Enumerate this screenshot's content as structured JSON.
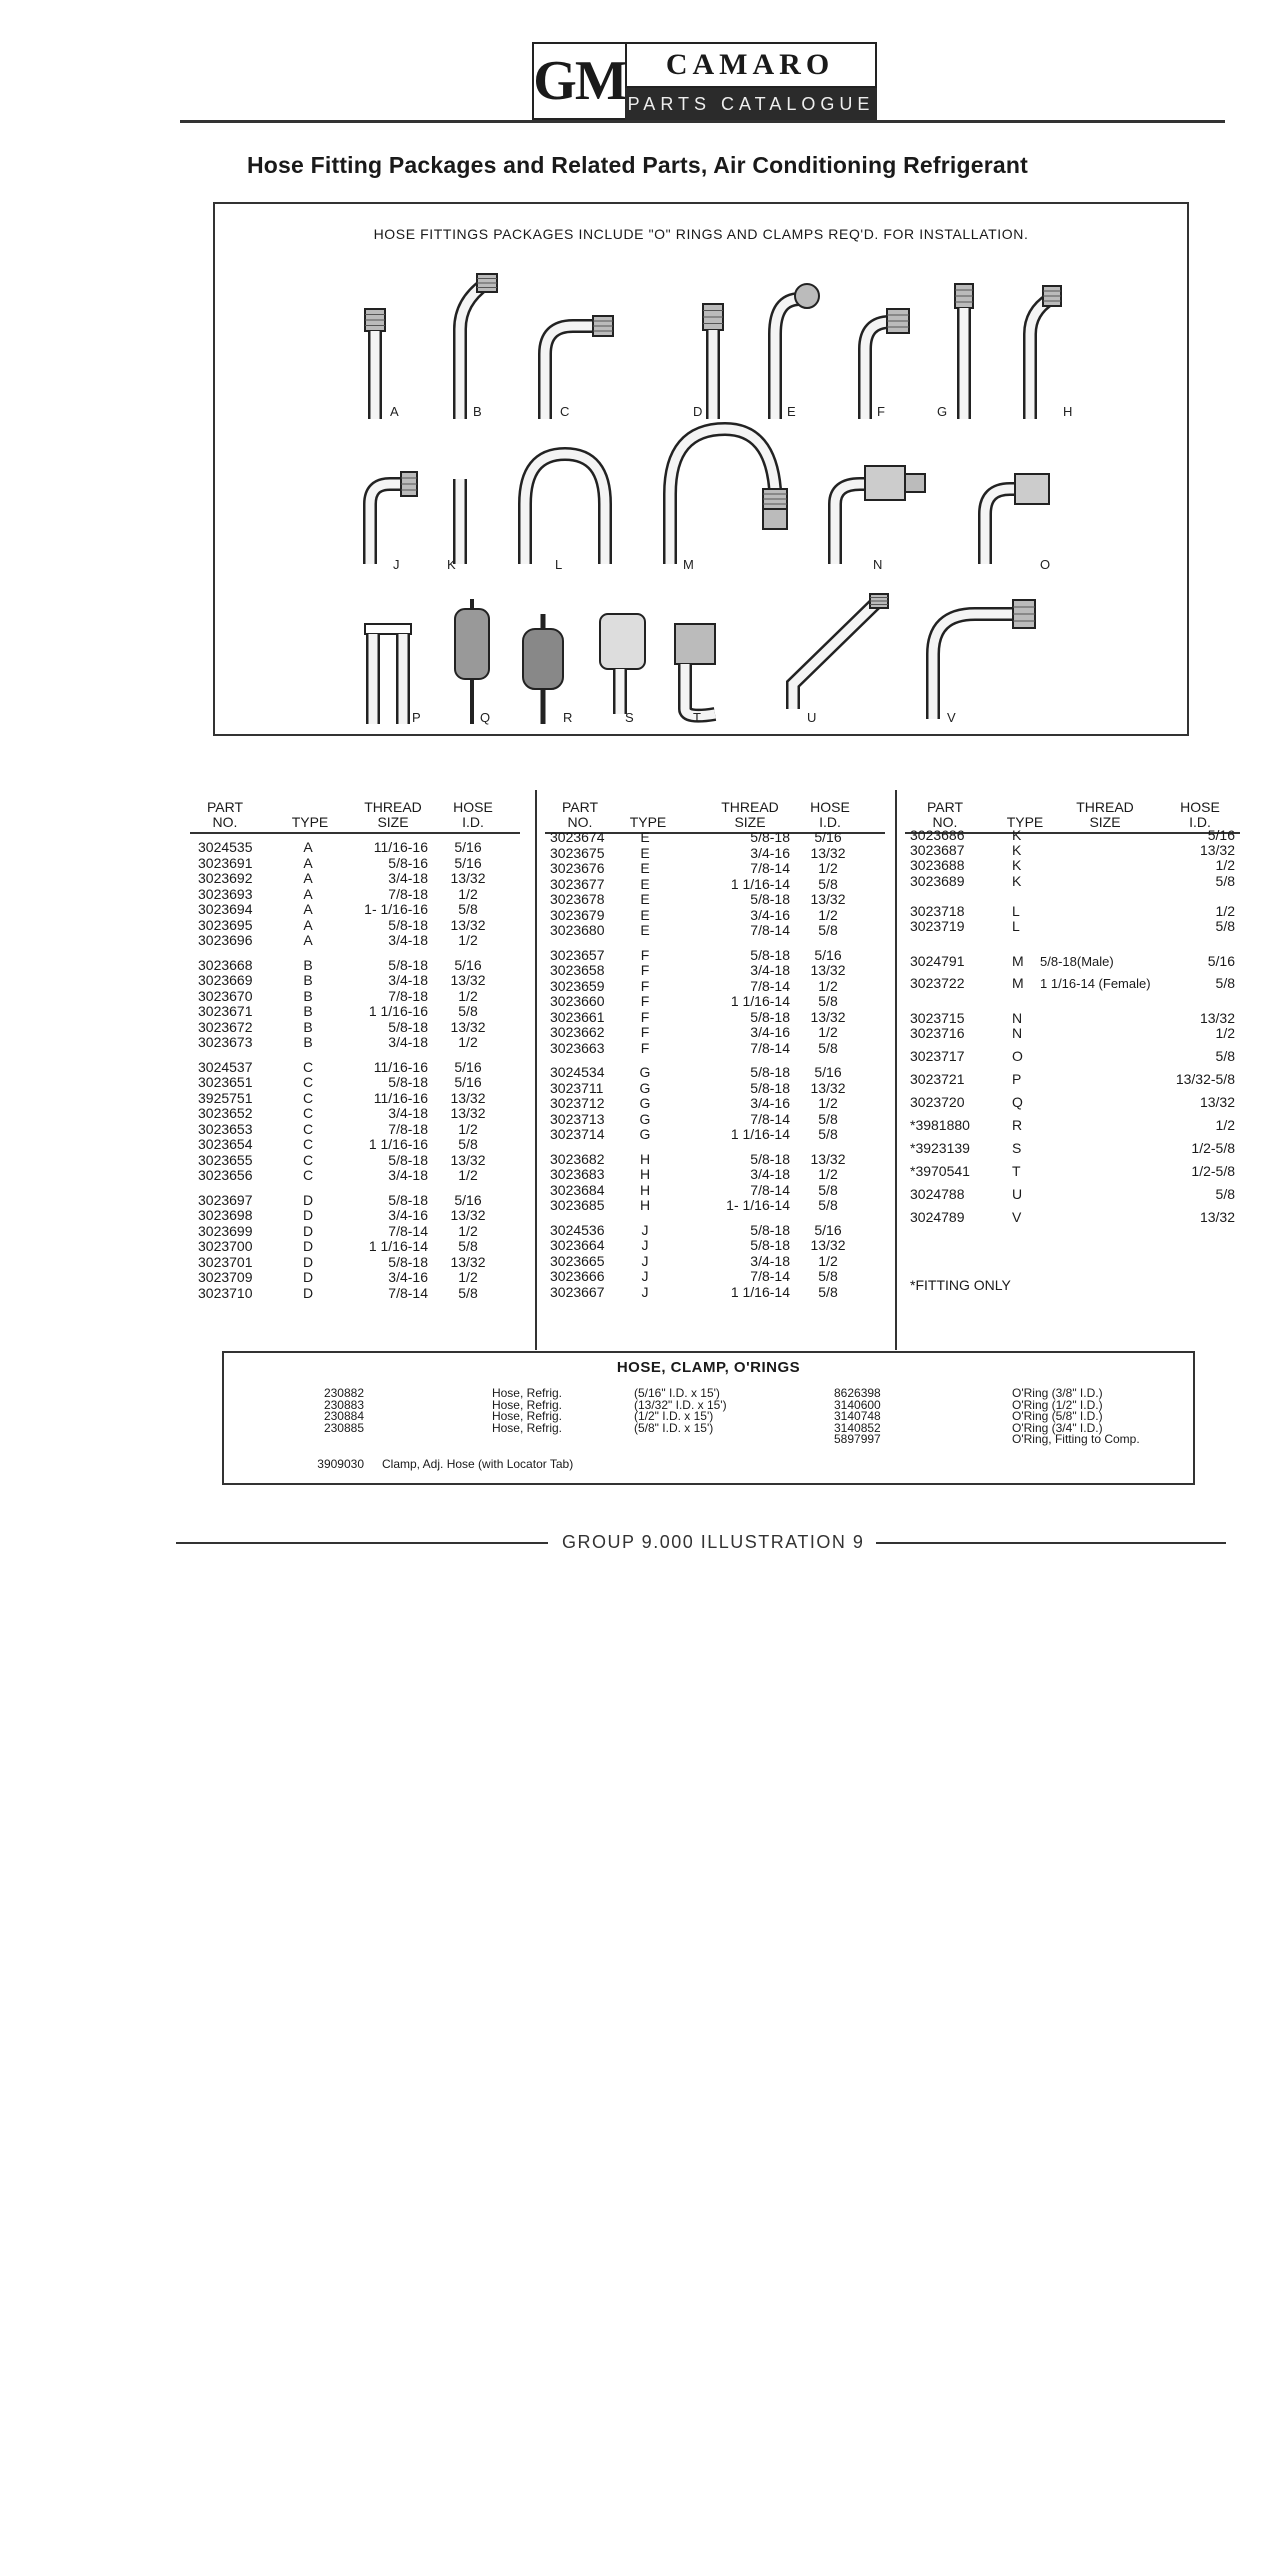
{
  "header": {
    "gm": "GM",
    "brand": "CAMARO",
    "catalogue": "PARTS CATALOGUE",
    "title": "Hose Fitting Packages and Related Parts, Air Conditioning Refrigerant"
  },
  "illustration": {
    "note": "HOSE FITTINGS PACKAGES INCLUDE \"O\" RINGS AND CLAMPS REQ'D. FOR INSTALLATION.",
    "labels": [
      "A",
      "B",
      "C",
      "D",
      "E",
      "F",
      "G",
      "H",
      "J",
      "K",
      "L",
      "M",
      "N",
      "O",
      "P",
      "Q",
      "R",
      "S",
      "T",
      "U",
      "V"
    ]
  },
  "table": {
    "headers": {
      "part": "PART NO.",
      "type": "TYPE",
      "thread": "THREAD SIZE",
      "hose": "HOSE I.D."
    },
    "col1": [
      [
        "3024535",
        "A",
        "11/16-16",
        "5/16"
      ],
      [
        "3023691",
        "A",
        "5/8-16",
        "5/16"
      ],
      [
        "3023692",
        "A",
        "3/4-18",
        "13/32"
      ],
      [
        "3023693",
        "A",
        "7/8-18",
        "1/2"
      ],
      [
        "3023694",
        "A",
        "1- 1/16-16",
        "5/8"
      ],
      [
        "3023695",
        "A",
        "5/8-18",
        "13/32"
      ],
      [
        "3023696",
        "A",
        "3/4-18",
        "1/2"
      ],
      [
        "3023668",
        "B",
        "5/8-18",
        "5/16"
      ],
      [
        "3023669",
        "B",
        "3/4-18",
        "13/32"
      ],
      [
        "3023670",
        "B",
        "7/8-18",
        "1/2"
      ],
      [
        "3023671",
        "B",
        "1 1/16-16",
        "5/8"
      ],
      [
        "3023672",
        "B",
        "5/8-18",
        "13/32"
      ],
      [
        "3023673",
        "B",
        "3/4-18",
        "1/2"
      ],
      [
        "3024537",
        "C",
        "11/16-16",
        "5/16"
      ],
      [
        "3023651",
        "C",
        "5/8-18",
        "5/16"
      ],
      [
        "3925751",
        "C",
        "11/16-16",
        "13/32"
      ],
      [
        "3023652",
        "C",
        "3/4-18",
        "13/32"
      ],
      [
        "3023653",
        "C",
        "7/8-18",
        "1/2"
      ],
      [
        "3023654",
        "C",
        "1 1/16-16",
        "5/8"
      ],
      [
        "3023655",
        "C",
        "5/8-18",
        "13/32"
      ],
      [
        "3023656",
        "C",
        "3/4-18",
        "1/2"
      ],
      [
        "3023697",
        "D",
        "5/8-18",
        "5/16"
      ],
      [
        "3023698",
        "D",
        "3/4-16",
        "13/32"
      ],
      [
        "3023699",
        "D",
        "7/8-14",
        "1/2"
      ],
      [
        "3023700",
        "D",
        "1 1/16-14",
        "5/8"
      ],
      [
        "3023701",
        "D",
        "5/8-18",
        "13/32"
      ],
      [
        "3023709",
        "D",
        "3/4-16",
        "1/2"
      ],
      [
        "3023710",
        "D",
        "7/8-14",
        "5/8"
      ]
    ],
    "col2": [
      [
        "3023674",
        "E",
        "5/8-18",
        "5/16"
      ],
      [
        "3023675",
        "E",
        "3/4-16",
        "13/32"
      ],
      [
        "3023676",
        "E",
        "7/8-14",
        "1/2"
      ],
      [
        "3023677",
        "E",
        "1 1/16-14",
        "5/8"
      ],
      [
        "3023678",
        "E",
        "5/8-18",
        "13/32"
      ],
      [
        "3023679",
        "E",
        "3/4-16",
        "1/2"
      ],
      [
        "3023680",
        "E",
        "7/8-14",
        "5/8"
      ],
      [
        "3023657",
        "F",
        "5/8-18",
        "5/16"
      ],
      [
        "3023658",
        "F",
        "3/4-18",
        "13/32"
      ],
      [
        "3023659",
        "F",
        "7/8-14",
        "1/2"
      ],
      [
        "3023660",
        "F",
        "1 1/16-14",
        "5/8"
      ],
      [
        "3023661",
        "F",
        "5/8-18",
        "13/32"
      ],
      [
        "3023662",
        "F",
        "3/4-16",
        "1/2"
      ],
      [
        "3023663",
        "F",
        "7/8-14",
        "5/8"
      ],
      [
        "3024534",
        "G",
        "5/8-18",
        "5/16"
      ],
      [
        "3023711",
        "G",
        "5/8-18",
        "13/32"
      ],
      [
        "3023712",
        "G",
        "3/4-16",
        "1/2"
      ],
      [
        "3023713",
        "G",
        "7/8-14",
        "5/8"
      ],
      [
        "3023714",
        "G",
        "1 1/16-14",
        "5/8"
      ],
      [
        "3023682",
        "H",
        "5/8-18",
        "13/32"
      ],
      [
        "3023683",
        "H",
        "3/4-18",
        "1/2"
      ],
      [
        "3023684",
        "H",
        "7/8-14",
        "5/8"
      ],
      [
        "3023685",
        "H",
        "1- 1/16-14",
        "5/8"
      ],
      [
        "3024536",
        "J",
        "5/8-18",
        "5/16"
      ],
      [
        "3023664",
        "J",
        "5/8-18",
        "13/32"
      ],
      [
        "3023665",
        "J",
        "3/4-18",
        "1/2"
      ],
      [
        "3023666",
        "J",
        "7/8-14",
        "5/8"
      ],
      [
        "3023667",
        "J",
        "1 1/16-14",
        "5/8"
      ]
    ],
    "col3": [
      [
        "3023686",
        "K",
        "",
        "5/16"
      ],
      [
        "3023687",
        "K",
        "",
        "13/32"
      ],
      [
        "3023688",
        "K",
        "",
        "1/2"
      ],
      [
        "3023689",
        "K",
        "",
        "5/8"
      ],
      [
        "3023718",
        "L",
        "",
        "1/2"
      ],
      [
        "3023719",
        "L",
        "",
        "5/8"
      ],
      [
        "3024791",
        "M",
        "5/8-18(Male)",
        "5/16"
      ],
      [
        "3023722",
        "M",
        "1 1/16-14 (Female)",
        "5/8"
      ],
      [
        "3023715",
        "N",
        "",
        "13/32"
      ],
      [
        "3023716",
        "N",
        "",
        "1/2"
      ],
      [
        "3023717",
        "O",
        "",
        "5/8"
      ],
      [
        "3023721",
        "P",
        "",
        "13/32-5/8"
      ],
      [
        "3023720",
        "Q",
        "",
        "13/32"
      ],
      [
        "*3981880",
        "R",
        "",
        "1/2"
      ],
      [
        "*3923139",
        "S",
        "",
        "1/2-5/8"
      ],
      [
        "*3970541",
        "T",
        "",
        "1/2-5/8"
      ],
      [
        "3024788",
        "U",
        "",
        "5/8"
      ],
      [
        "3024789",
        "V",
        "",
        "13/32"
      ]
    ],
    "footnote": "*FITTING ONLY"
  },
  "hose_box": {
    "title": "HOSE, CLAMP, O'RINGS",
    "rows": [
      [
        "230882",
        "Hose, Refrig.",
        "(5/16\" I.D. x 15')",
        "8626398",
        "O'Ring (3/8\" I.D.)"
      ],
      [
        "230883",
        "Hose, Refrig.",
        "(13/32\" I.D. x 15')",
        "3140600",
        "O'Ring (1/2\" I.D.)"
      ],
      [
        "230884",
        "Hose, Refrig.",
        "(1/2\" I.D. x 15')",
        "3140748",
        "O'Ring (5/8\" I.D.)"
      ],
      [
        "230885",
        "Hose, Refrig.",
        "(5/8\" I.D. x 15')",
        "3140852",
        "O'Ring (3/4\" I.D.)"
      ],
      [
        "",
        "",
        "",
        "5897997",
        "O'Ring, Fitting to Comp."
      ]
    ],
    "clamp": [
      "3909030",
      "Clamp, Adj. Hose (with Locator Tab)"
    ]
  },
  "footer": {
    "text": "GROUP 9.000 ILLUSTRATION 9"
  }
}
